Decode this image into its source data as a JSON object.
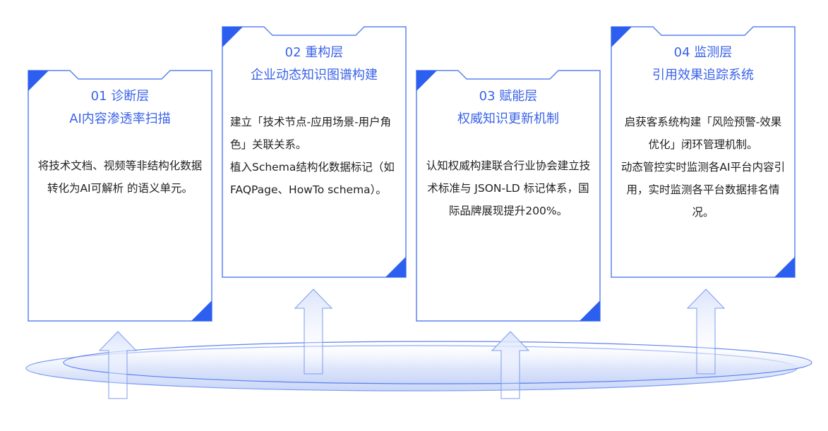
{
  "colors": {
    "accent": "#2c5ff0",
    "border": "#5b84f0",
    "title": "#3a63e8",
    "text": "#222222"
  },
  "cards": [
    {
      "number_title": "01 诊断层",
      "subtitle": "AI内容渗透率扫描",
      "body": [
        "将技术文档、视频等非结构化数据转化为AI可解析 的语义单元。"
      ]
    },
    {
      "number_title": "02 重构层",
      "subtitle": "企业动态知识图谱构建",
      "body": [
        "建立「技术节点-应用场景-用户角色」关联关系。",
        "植入Schema结构化数据标记（如FAQPage、HowTo schema）。"
      ]
    },
    {
      "number_title": "03 赋能层",
      "subtitle": "权威知识更新机制",
      "body": [
        "认知权威构建联合行业协会建立技术标准与 JSON-LD 标记体系，国际品牌展现提升200%。"
      ]
    },
    {
      "number_title": "04 监测层",
      "subtitle": "引用效果追踪系统",
      "body": [
        "启获客系统构建「风险预警-效果优化」闭环管理机制。",
        "动态管控实时监测各AI平台内容引用，实时监测各平台数据排名情况。"
      ]
    }
  ]
}
